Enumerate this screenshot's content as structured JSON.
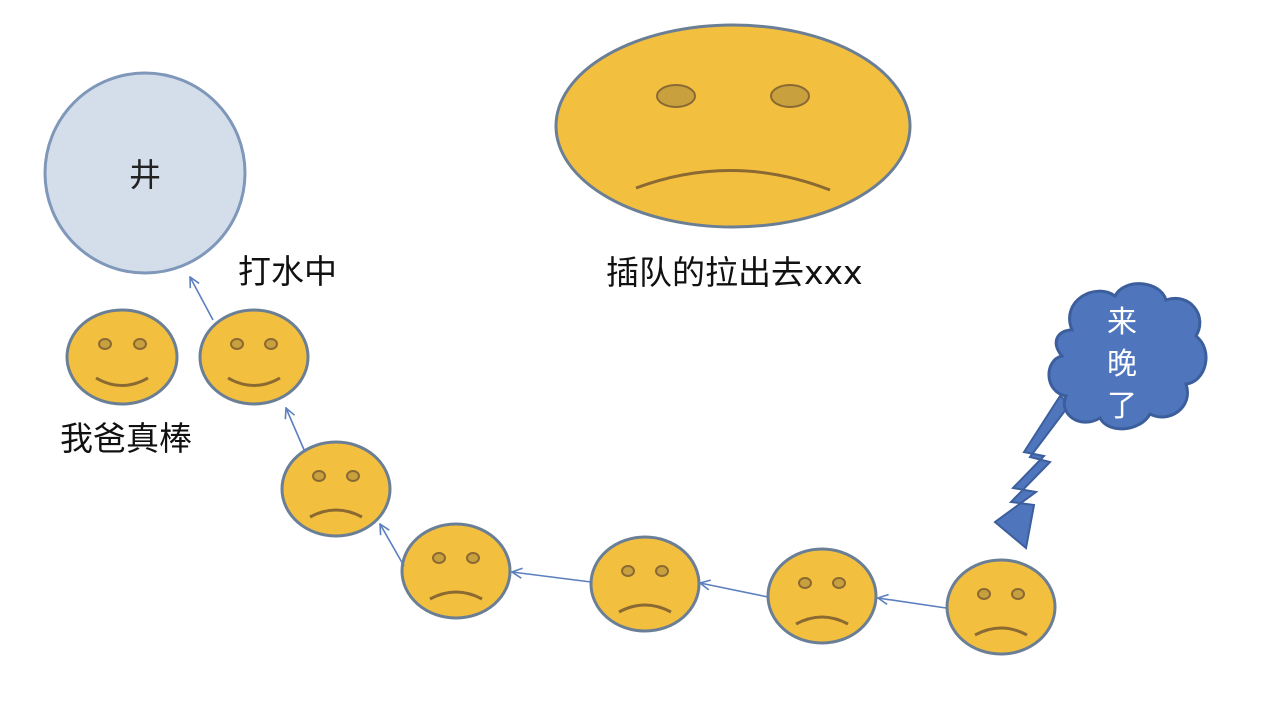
{
  "well": {
    "label": "井"
  },
  "labels": {
    "dad_great": "我爸真棒",
    "fetching_water": "打水中",
    "cut_in_line": "插队的拉出去xxx"
  },
  "speech_cloud": {
    "lines": [
      "来",
      "晚",
      "了"
    ]
  },
  "colors": {
    "face_fill": "#f3bf3f",
    "face_stroke": "#6a7f95",
    "feature_fill": "#c9a03e",
    "feature_stroke": "#8a6a32",
    "well_fill": "#d4deea",
    "well_stroke": "#7f97b9",
    "arrow": "#5b7fbf",
    "cloud_fill": "#4f76bd",
    "cloud_stroke": "#3c5e9c"
  }
}
